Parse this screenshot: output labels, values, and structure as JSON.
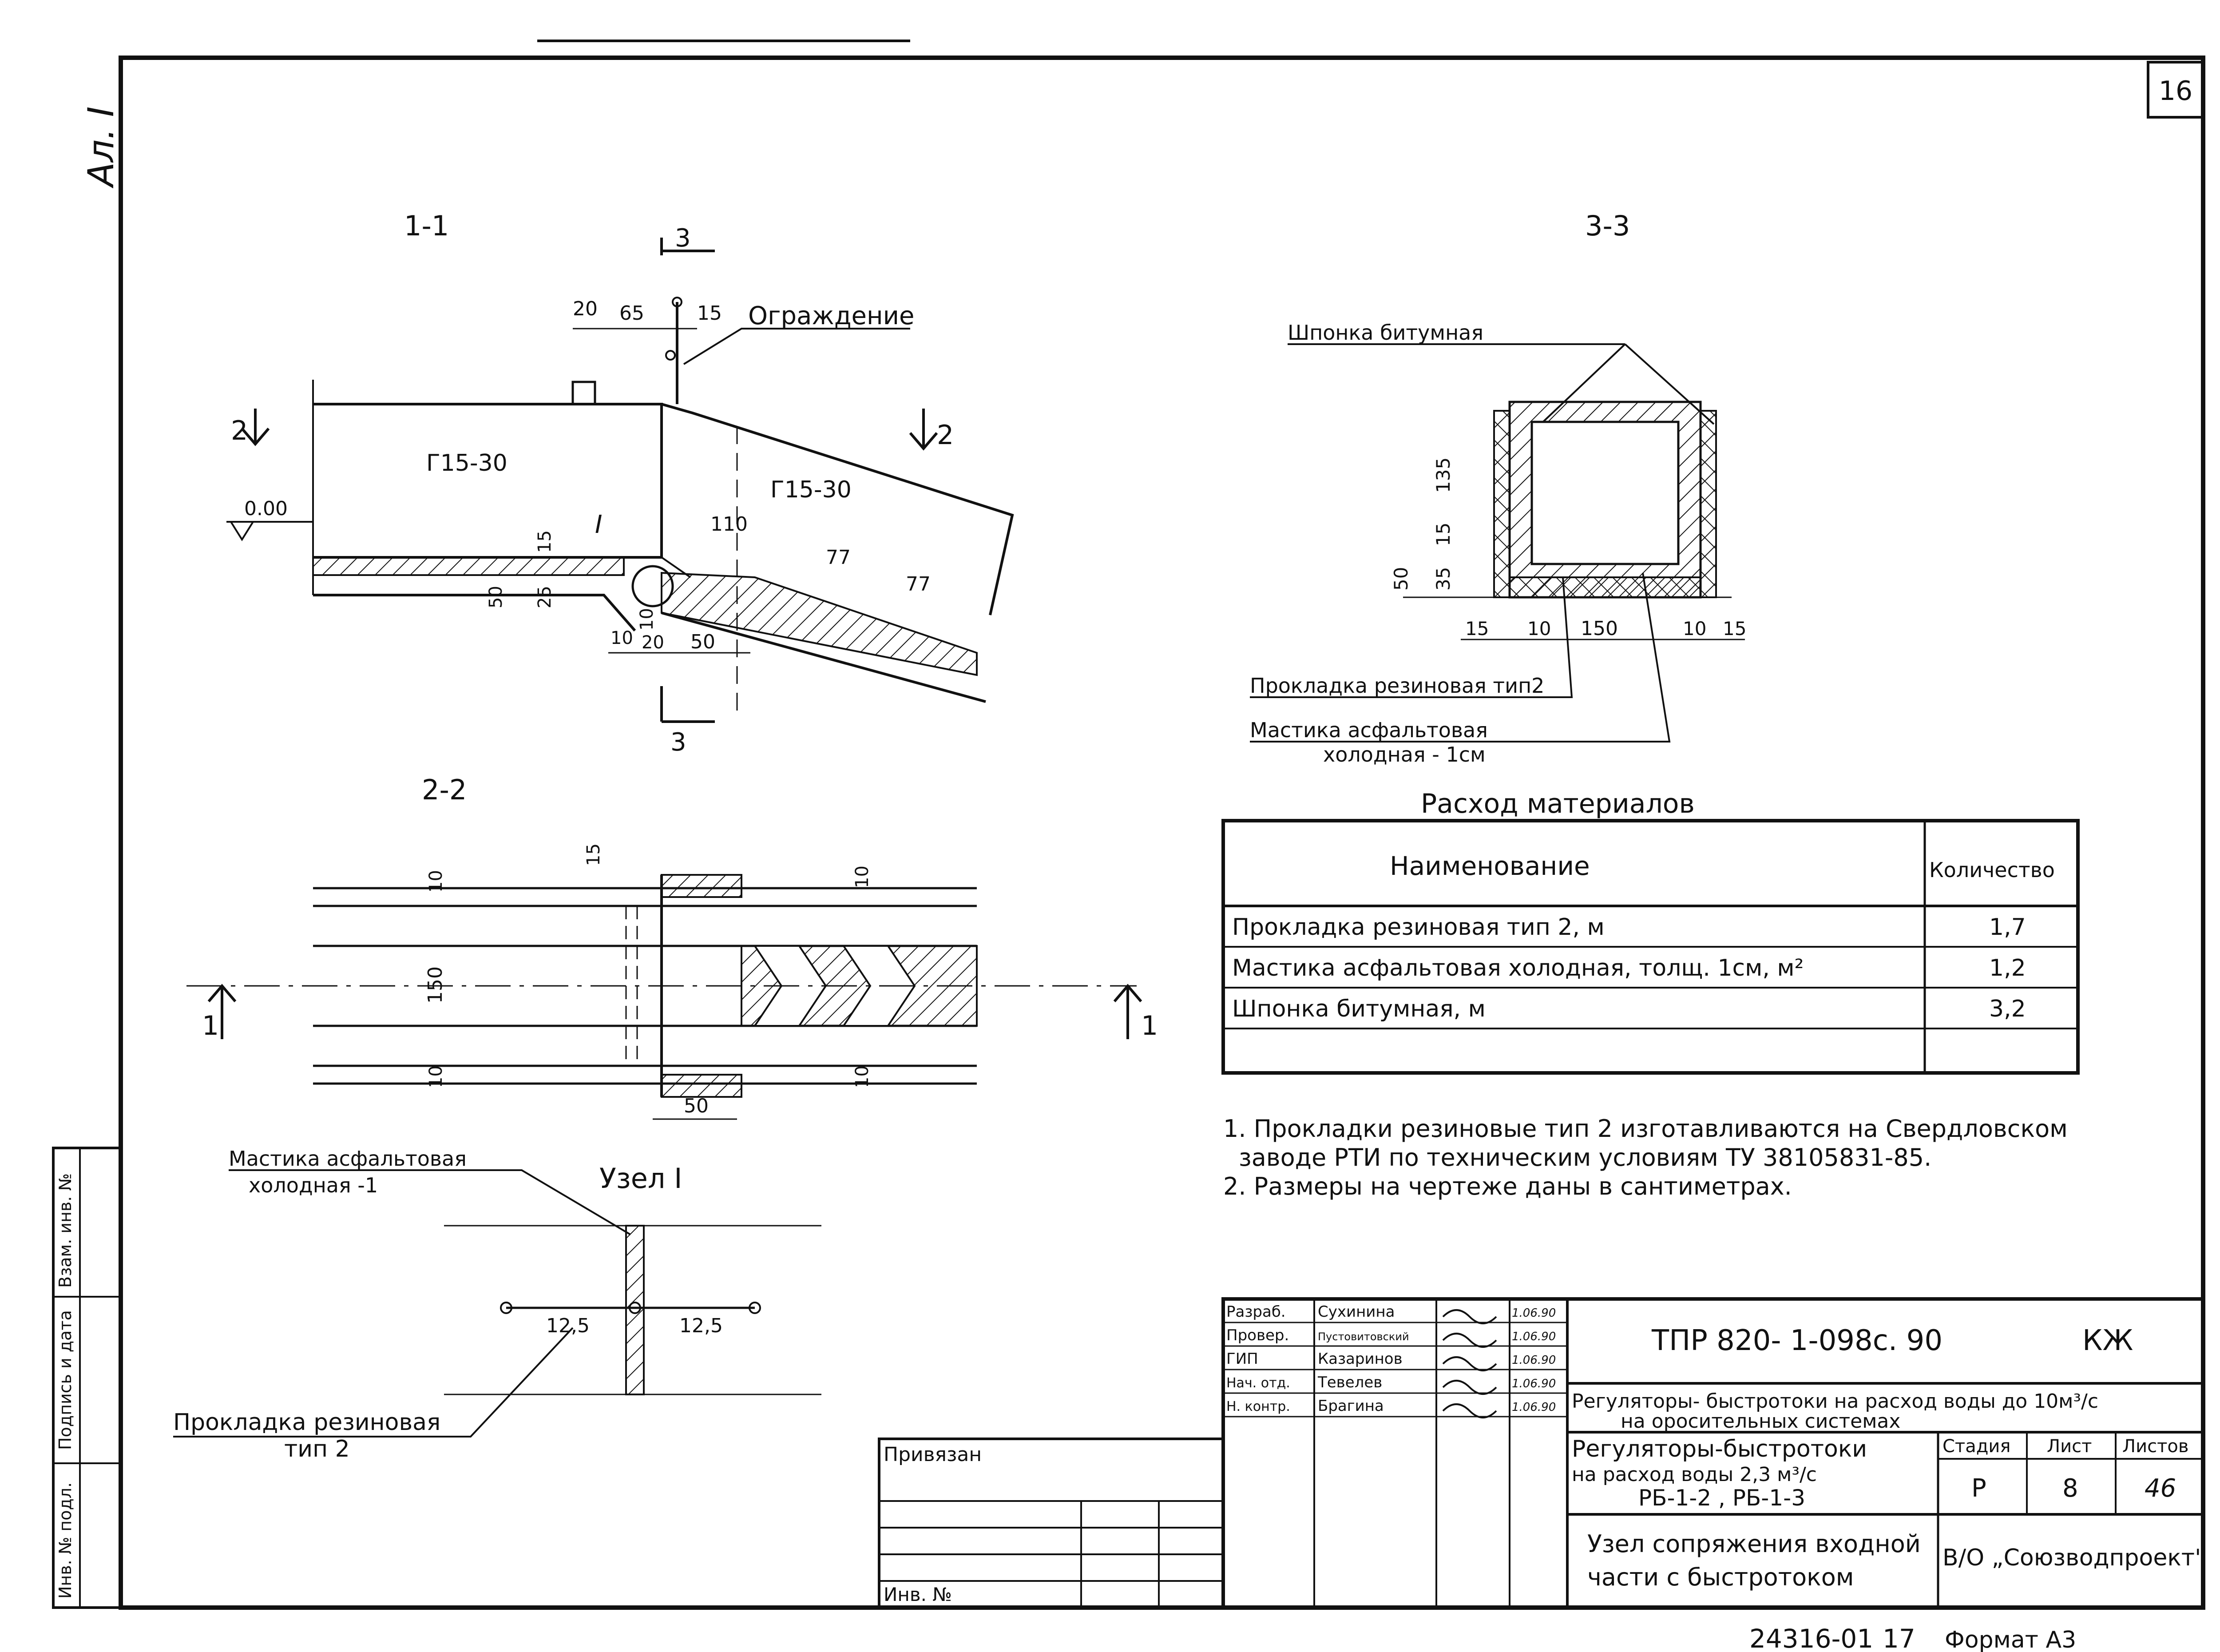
{
  "sheet": {
    "sheet_number": "16",
    "side_label": "Ал. I",
    "side_stamp": [
      "Инв. № подл.",
      "Подпись и дата",
      "Взам. инв. №"
    ],
    "bottom_code": "24316-01",
    "bottom_page": "17",
    "format": "Формат А3"
  },
  "views": {
    "s11": {
      "title": "1-1",
      "section_mark": "3",
      "dims": [
        "20",
        "65",
        "15",
        "0.00",
        "110",
        "77",
        "77",
        "15",
        "50",
        "25",
        "10",
        "10",
        "20",
        "50"
      ],
      "fence_label": "Ограждение",
      "block_left": "Г15-30",
      "block_right": "Г15-30",
      "node_mark": "I",
      "side_mark_2": "2"
    },
    "s22": {
      "title": "2-2",
      "dims": [
        "10",
        "15",
        "10",
        "150",
        "10",
        "10",
        "50"
      ],
      "side_mark_1": "1"
    },
    "s33": {
      "title": "3-3",
      "shponka": "Шпонка битумная",
      "dims": [
        "135",
        "15",
        "50",
        "35",
        "15",
        "10",
        "150",
        "10",
        "15"
      ],
      "gasket": "Прокладка резиновая тип2",
      "mastic_1": "Мастика асфальтовая",
      "mastic_2": "холодная - 1см"
    },
    "node": {
      "title": "Узел I",
      "mastic_1": "Мастика асфальтовая",
      "mastic_2": "холодная -1",
      "dims": [
        "12,5",
        "12,5"
      ],
      "gasket_1": "Прокладка резиновая",
      "gasket_2": "тип 2"
    }
  },
  "materials": {
    "title": "Расход материалов",
    "headers": [
      "Наименование",
      "Количество"
    ],
    "rows": [
      [
        "Прокладка резиновая тип 2, м",
        "1,7"
      ],
      [
        "Мастика асфальтовая холодная, толщ. 1см, м²",
        "1,2"
      ],
      [
        "Шпонка битумная, м",
        "3,2"
      ],
      [
        "",
        ""
      ]
    ]
  },
  "notes": [
    "1. Прокладки резиновые тип 2 изготавливаются на Свердловском",
    "заводе РТИ по техническим условиям ТУ 38105831-85.",
    "2. Размеры на чертеже даны в сантиметрах."
  ],
  "title_block": {
    "roles": [
      "Разраб.",
      "Провер.",
      "ГИП",
      "Нач. отд.",
      "Н. контр."
    ],
    "names": [
      "Сухинина",
      "Пустовитовский",
      "Казаринов",
      "Тевелев",
      "Брагина"
    ],
    "dates": [
      "1.06.90",
      "1.06.90",
      "1.06.90",
      "1.06.90",
      "1.06.90"
    ],
    "privyazan": "Привязан",
    "inv": "Инв. №",
    "code": "ТПР 820- 1-098с. 90",
    "mark": "КЖ",
    "project_1": "Регуляторы- быстротоки на расход воды до 10м³/с",
    "project_2": "на оросительных системах",
    "object_1": "Регуляторы-быстротоки",
    "object_2": "на расход воды 2,3 м³/с",
    "object_3": "РБ-1-2 , РБ-1-3",
    "sheet_title_1": "Узел сопряжения входной",
    "sheet_title_2": "части с быстротоком",
    "stage_h": "Стадия",
    "list_h": "Лист",
    "lists_h": "Листов",
    "stage": "Р",
    "list": "8",
    "lists": "46",
    "org": "В/О „Союзводпроект\""
  }
}
